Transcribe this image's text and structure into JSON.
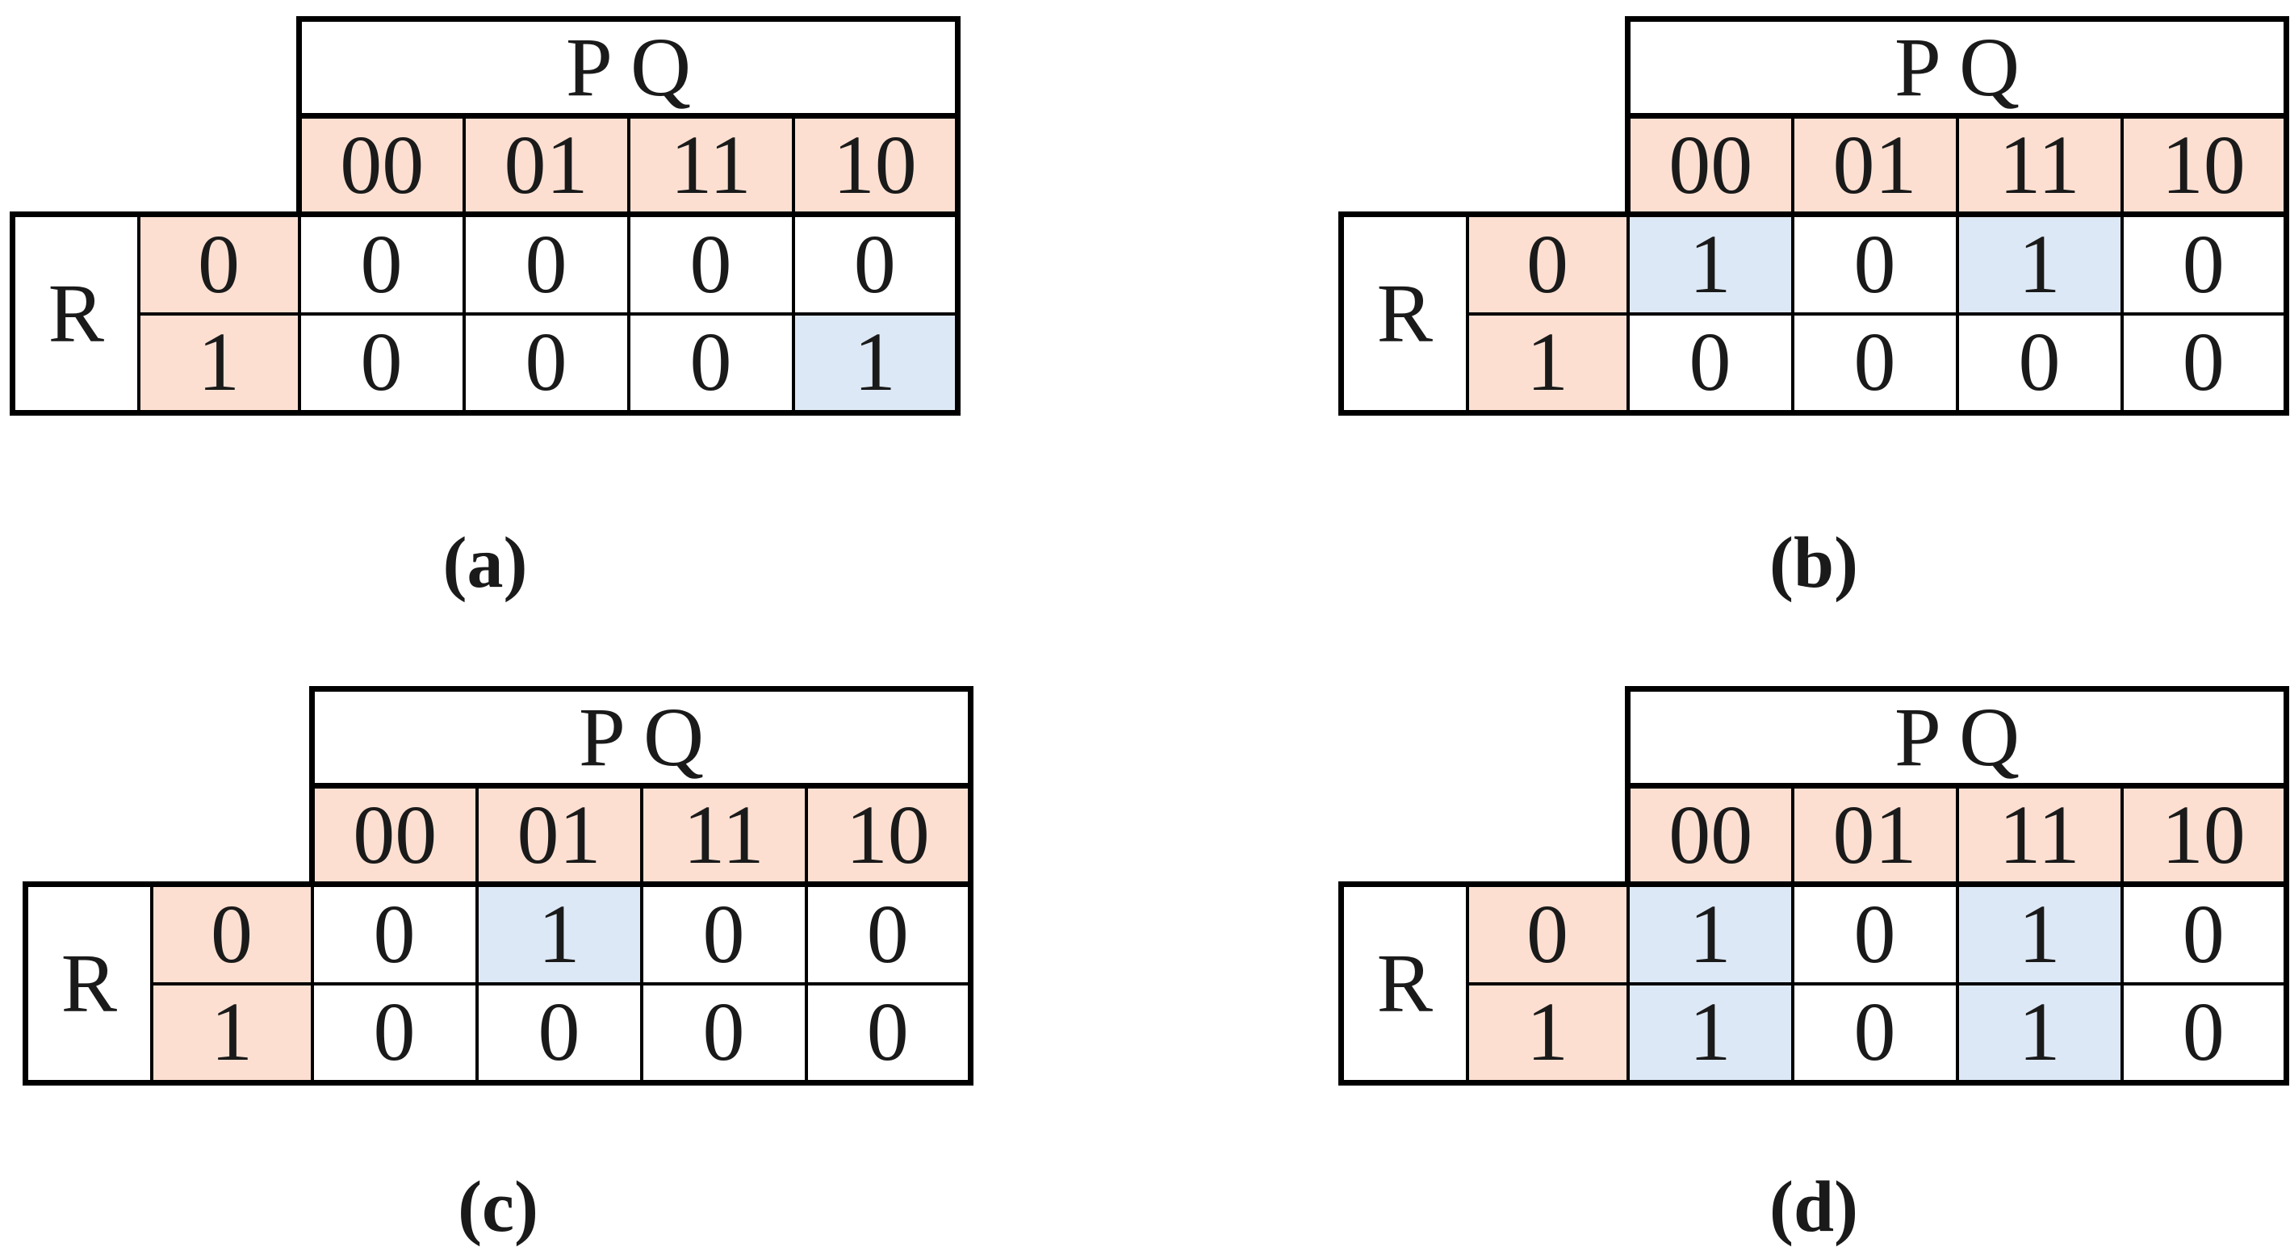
{
  "figure": {
    "description": "Four Karnaugh maps, sub-figures (a) to (d)",
    "column_variable_label": "P Q",
    "row_variable_label": "R"
  },
  "colors": {
    "header_bg": "#fcdfd1",
    "highlight_bg": "#dce8f5",
    "border": "#000000",
    "text": "#1a1a1a",
    "background": "#ffffff"
  },
  "maps": [
    {
      "caption": "(a)",
      "corner_label": "P Q",
      "row_var": "R",
      "col_headers": [
        "00",
        "01",
        "11",
        "10"
      ],
      "row_headers": [
        "0",
        "1"
      ],
      "cells": [
        [
          "0",
          "0",
          "0",
          "0"
        ],
        [
          "0",
          "0",
          "0",
          "1"
        ]
      ],
      "highlight": [
        [
          false,
          false,
          false,
          false
        ],
        [
          false,
          false,
          false,
          true
        ]
      ]
    },
    {
      "caption": "(b)",
      "corner_label": "P Q",
      "row_var": "R",
      "col_headers": [
        "00",
        "01",
        "11",
        "10"
      ],
      "row_headers": [
        "0",
        "1"
      ],
      "cells": [
        [
          "1",
          "0",
          "1",
          "0"
        ],
        [
          "0",
          "0",
          "0",
          "0"
        ]
      ],
      "highlight": [
        [
          true,
          false,
          true,
          false
        ],
        [
          false,
          false,
          false,
          false
        ]
      ]
    },
    {
      "caption": "(c)",
      "corner_label": "P Q",
      "row_var": "R",
      "col_headers": [
        "00",
        "01",
        "11",
        "10"
      ],
      "row_headers": [
        "0",
        "1"
      ],
      "cells": [
        [
          "0",
          "1",
          "0",
          "0"
        ],
        [
          "0",
          "0",
          "0",
          "0"
        ]
      ],
      "highlight": [
        [
          false,
          true,
          false,
          false
        ],
        [
          false,
          false,
          false,
          false
        ]
      ]
    },
    {
      "caption": "(d)",
      "corner_label": "P Q",
      "row_var": "R",
      "col_headers": [
        "00",
        "01",
        "11",
        "10"
      ],
      "row_headers": [
        "0",
        "1"
      ],
      "cells": [
        [
          "1",
          "0",
          "1",
          "0"
        ],
        [
          "1",
          "0",
          "1",
          "0"
        ]
      ],
      "highlight": [
        [
          true,
          false,
          true,
          false
        ],
        [
          true,
          false,
          true,
          false
        ]
      ]
    }
  ]
}
